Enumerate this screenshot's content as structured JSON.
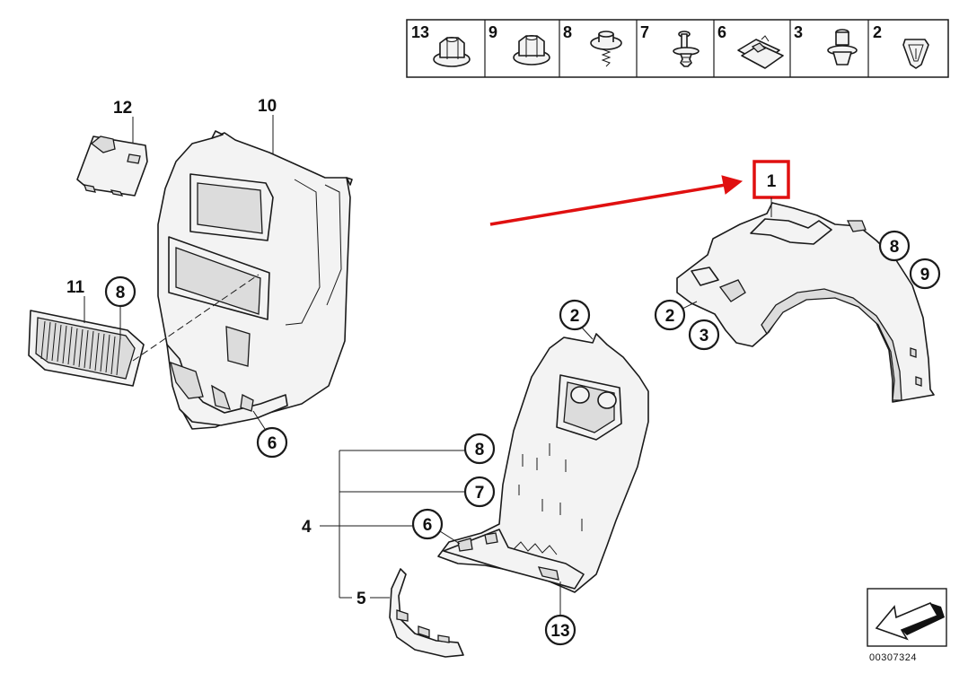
{
  "legend": {
    "cells": [
      {
        "number": "13",
        "icon": "flange-nut-icon"
      },
      {
        "number": "9",
        "icon": "hex-nut-icon"
      },
      {
        "number": "8",
        "icon": "spring-nut-icon"
      },
      {
        "number": "7",
        "icon": "plastic-rivet-icon"
      },
      {
        "number": "6",
        "icon": "u-clip-icon"
      },
      {
        "number": "3",
        "icon": "expanding-rivet-icon"
      },
      {
        "number": "2",
        "icon": "plastic-nut-icon"
      }
    ]
  },
  "highlight": {
    "label": "1",
    "box_color": "#e01010",
    "arrow_color": "#e01010"
  },
  "callouts": {
    "c12": "12",
    "c10": "10",
    "c11": "11",
    "c8a": "8",
    "c6a": "6",
    "c2a": "2",
    "c8b": "8",
    "c7": "7",
    "c4": "4",
    "c6b": "6",
    "c5": "5",
    "c13": "13",
    "c8c": "8",
    "c9": "9",
    "c2b": "2",
    "c3": "3"
  },
  "drawing_number": "00307324",
  "corner_icon": "direction-arrow-icon"
}
